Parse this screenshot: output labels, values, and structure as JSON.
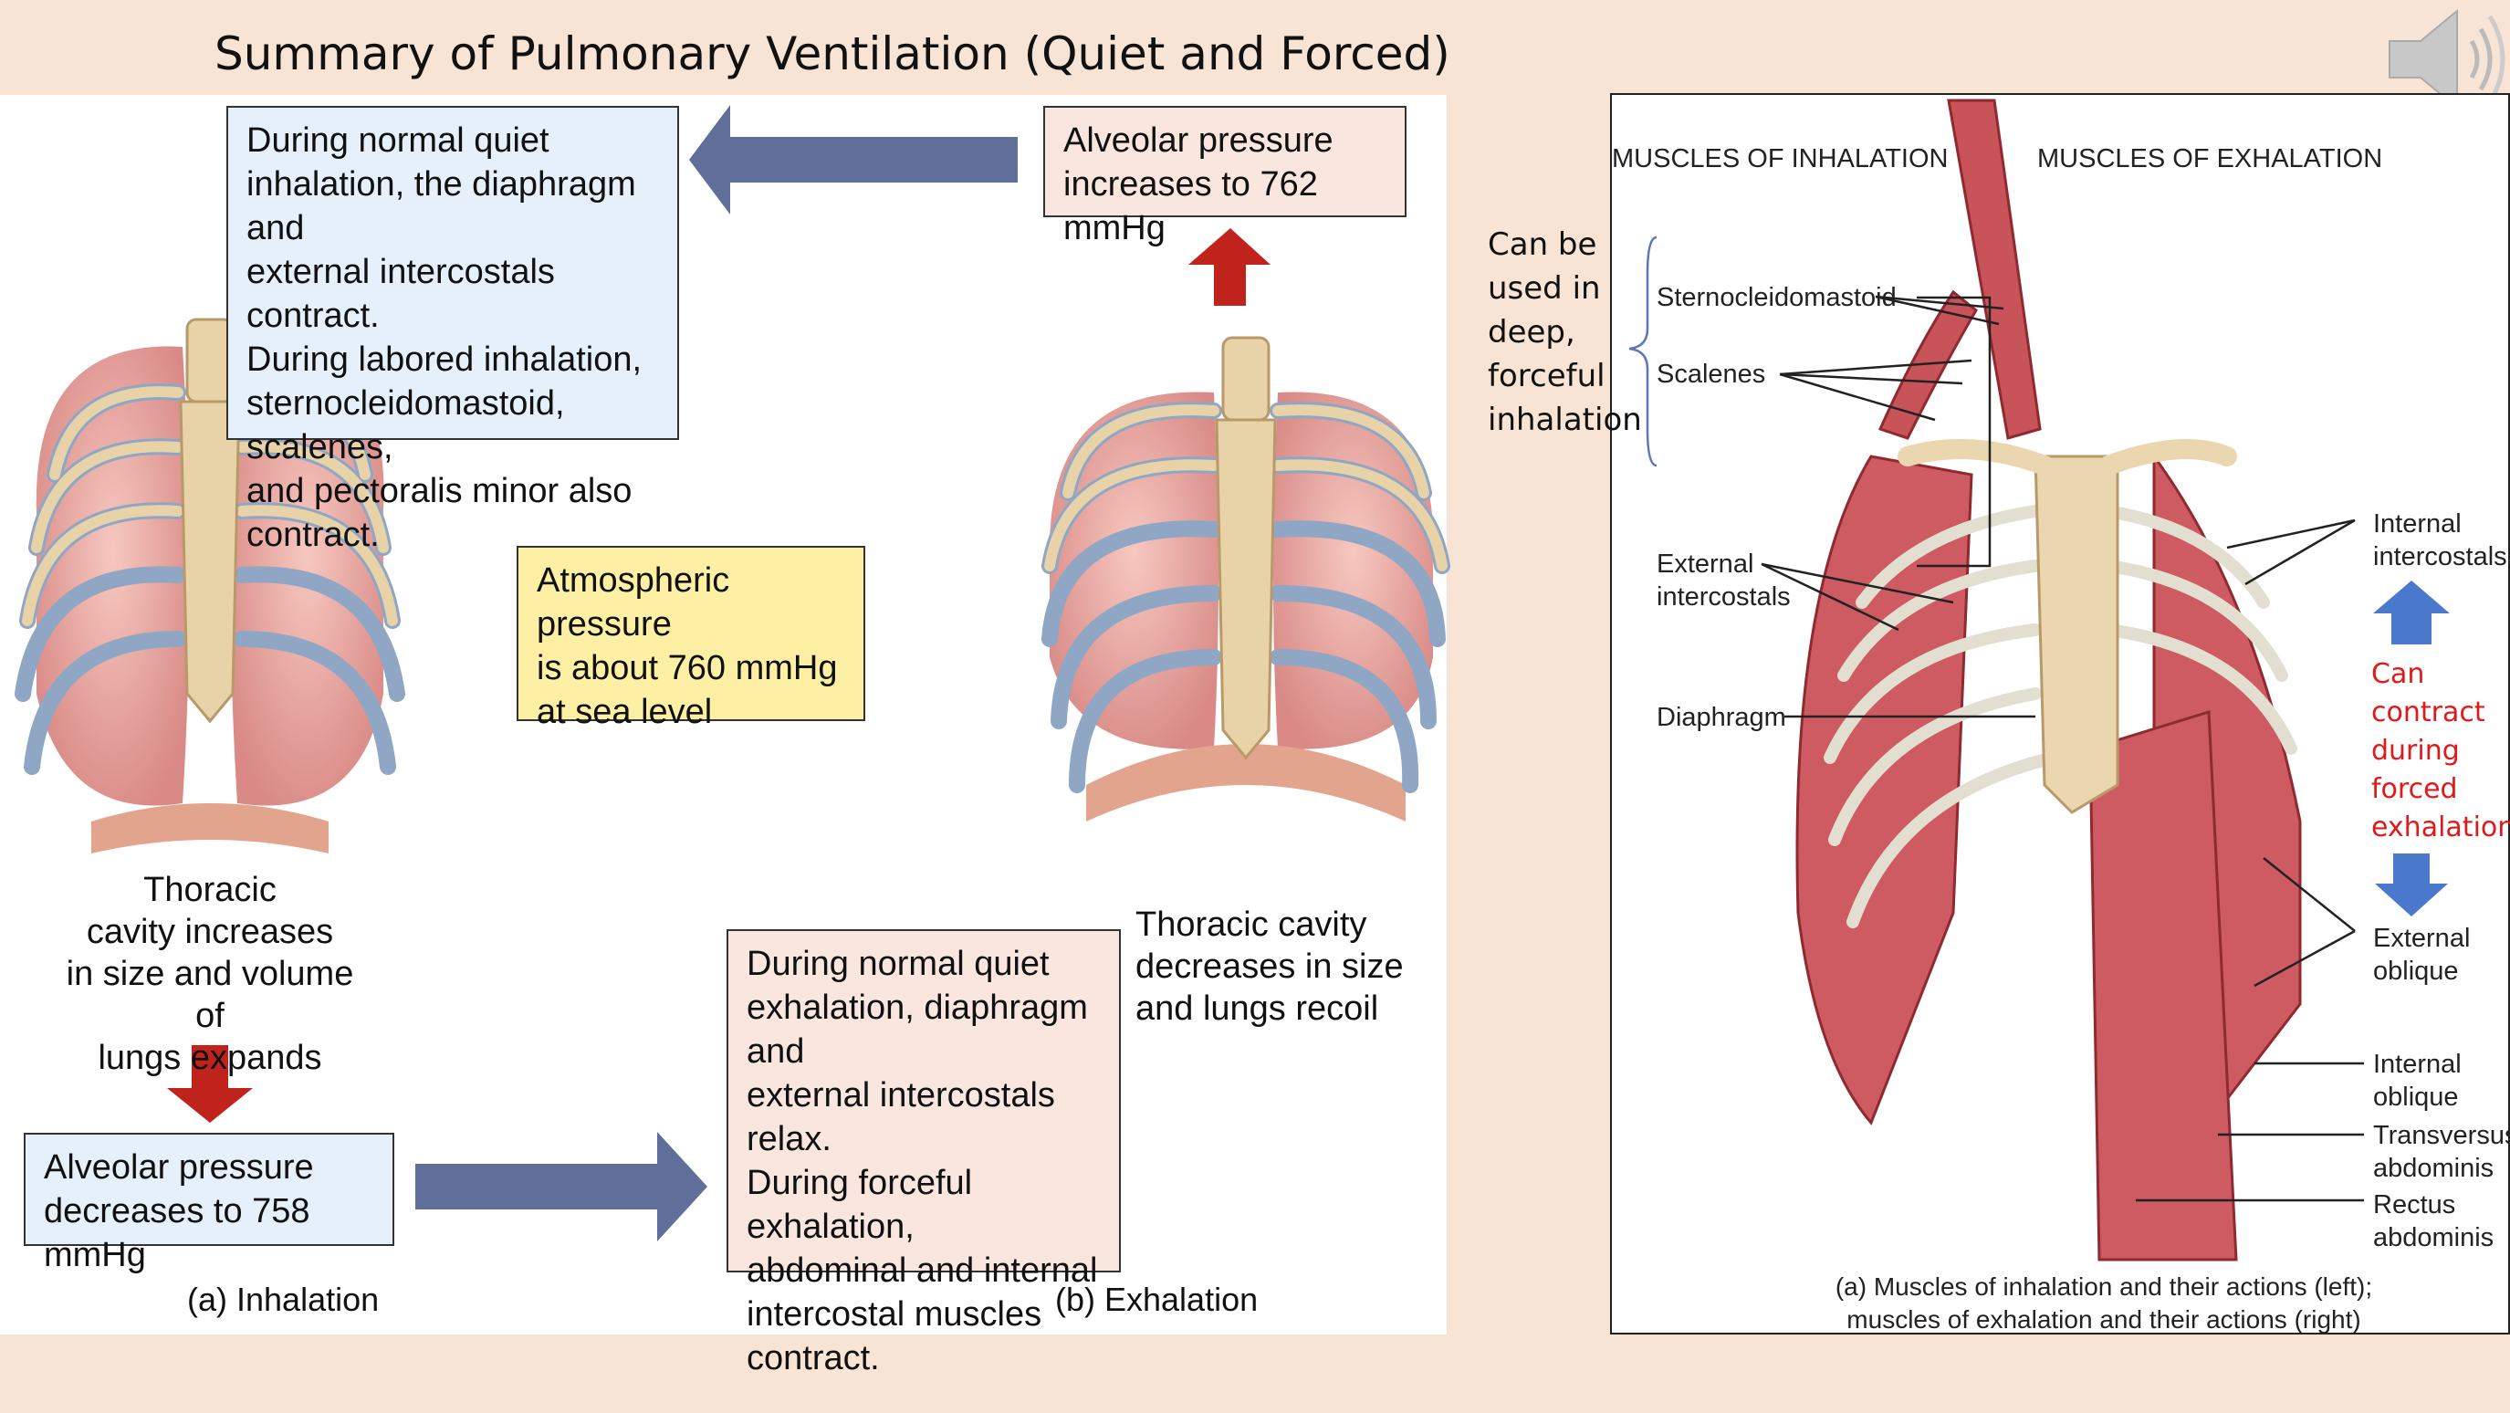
{
  "title": "Summary of Pulmonary Ventilation (Quiet and Forced)",
  "left": {
    "quiet_inhalation_box": [
      "During normal quiet",
      "inhalation, the diaphragm and",
      "external intercostals contract.",
      "During labored inhalation,",
      "sternocleidomastoid, scalenes,",
      "and pectoralis minor also",
      "contract."
    ],
    "alveolar_increase_box": [
      "Alveolar pressure",
      "increases to 762 mmHg"
    ],
    "atmospheric_box": [
      "Atmospheric pressure",
      "is about 760 mmHg",
      "at sea level"
    ],
    "thoracic_increase": [
      "Thoracic",
      "cavity increases",
      "in size and volume of",
      "lungs expands"
    ],
    "alveolar_decrease_box": [
      "Alveolar pressure",
      "decreases to 758 mmHg"
    ],
    "quiet_exhalation_box": [
      "During normal quiet",
      "exhalation, diaphragm and",
      "external intercostals relax.",
      "During forceful exhalation,",
      "abdominal and internal",
      "intercostal muscles",
      "contract."
    ],
    "thoracic_decrease": [
      "Thoracic cavity",
      "decreases in size",
      "and lungs recoil"
    ],
    "caption_a": "(a) Inhalation",
    "caption_b": "(b) Exhalation"
  },
  "right": {
    "header_inhalation": "MUSCLES OF INHALATION",
    "header_exhalation": "MUSCLES OF EXHALATION",
    "side_note": [
      "Can be",
      "used in",
      "deep,",
      "forceful",
      "inhalation"
    ],
    "label_sternocleidomastoid": "Sternocleidomastoid",
    "label_scalenes": "Scalenes",
    "label_external_intercostals": [
      "External",
      "intercostals"
    ],
    "label_diaphragm": "Diaphragm",
    "label_internal_intercostals": [
      "Internal",
      "intercostals"
    ],
    "red_note": [
      "Can",
      "contract",
      "during",
      "forced",
      "exhalation"
    ],
    "label_external_oblique": [
      "External",
      "oblique"
    ],
    "label_internal_oblique": [
      "Internal",
      "oblique"
    ],
    "label_transversus": [
      "Transversus",
      "abdominis"
    ],
    "label_rectus": [
      "Rectus",
      "abdominis"
    ],
    "caption": [
      "(a) Muscles of inhalation and their actions (left);",
      "muscles of exhalation and their actions (right)"
    ]
  },
  "colors": {
    "blue_arrow": "#606e9a",
    "red_arrow": "#c0221c",
    "note_blue_arrow": "#4a78cc",
    "red_text": "#e01a1a"
  }
}
